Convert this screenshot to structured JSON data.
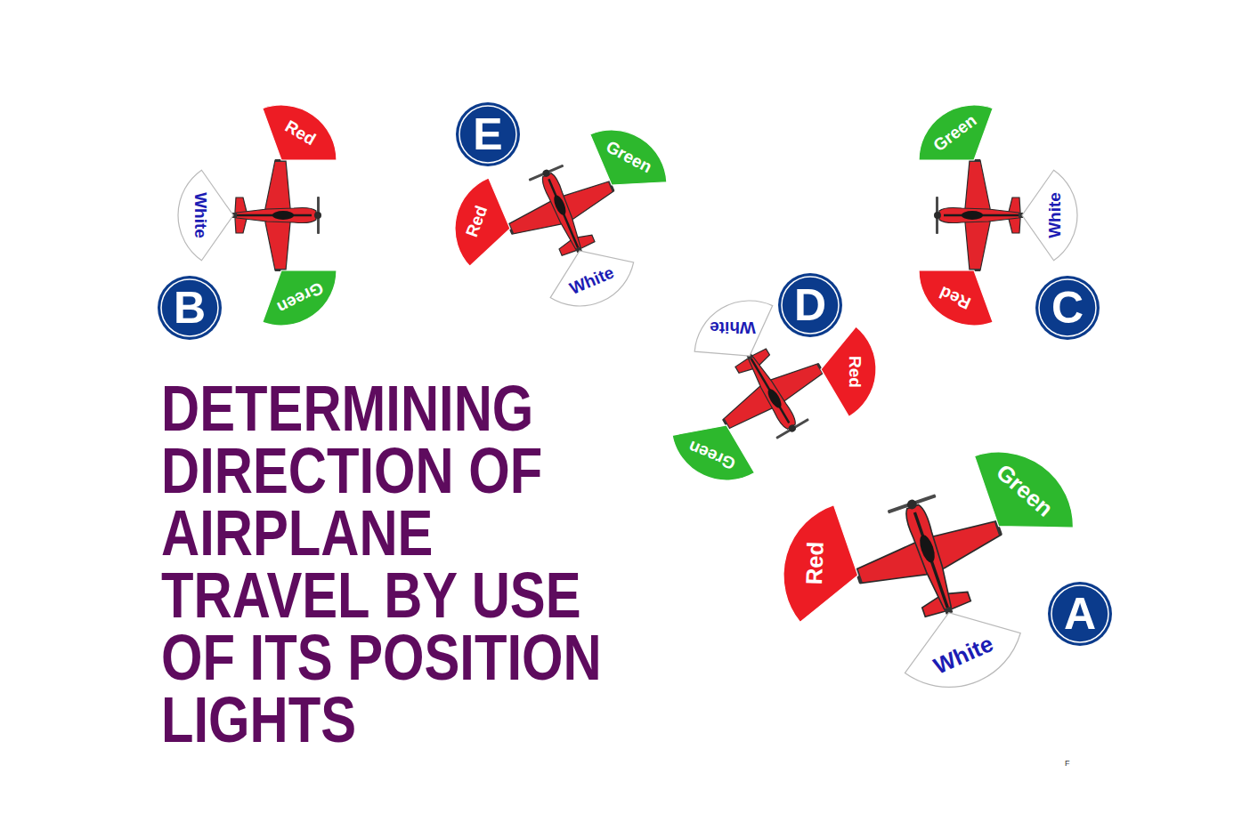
{
  "diagram": {
    "title": "DETERMINING DIRECTION OF AIRPLANE TRAVEL BY USE OF ITS POSITION LIGHTS",
    "nodes": [
      {
        "text": [
          "Red"
        ]
      },
      {
        "text": [
          "White"
        ]
      },
      {
        "text": [
          "Green"
        ]
      },
      {
        "text": [
          "B"
        ]
      },
      {
        "text": [
          "E"
        ]
      },
      {
        "text": [
          "Red"
        ]
      },
      {
        "text": [
          "Green"
        ]
      },
      {
        "text": [
          "White"
        ]
      },
      {
        "text": [
          "Green"
        ]
      },
      {
        "text": [
          "White"
        ]
      },
      {
        "text": [
          "Red"
        ]
      },
      {
        "text": [
          "C"
        ]
      },
      {
        "text": [
          "White"
        ]
      },
      {
        "text": [
          "D"
        ]
      },
      {
        "text": [
          "Red"
        ]
      },
      {
        "text": [
          "Green"
        ]
      },
      {
        "text": [
          "Green"
        ]
      },
      {
        "text": [
          "Red"
        ]
      },
      {
        "text": [
          "A"
        ]
      },
      {
        "text": [
          "White"
        ]
      }
    ],
    "labels": [
      "F"
    ]
  }
}
